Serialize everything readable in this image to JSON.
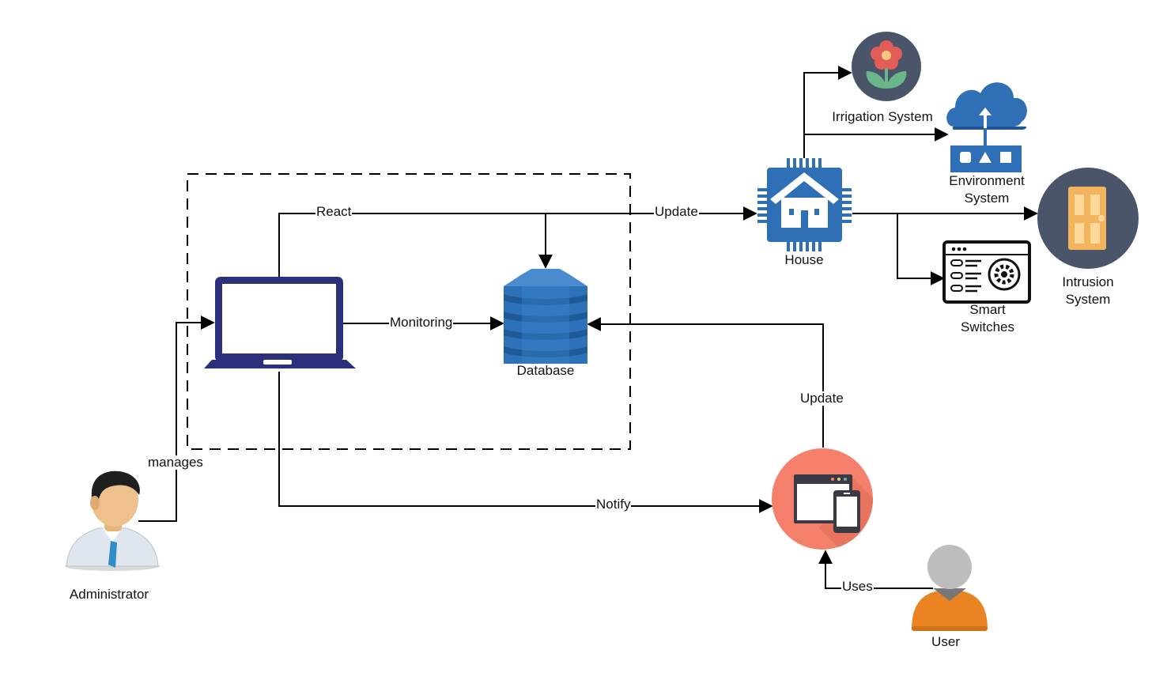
{
  "nodes": {
    "administrator": "Administrator",
    "database": "Database",
    "house": "House",
    "irrigation": "Irrigation System",
    "environment_line1": "Environment",
    "environment_line2": "System",
    "intrusion_line1": "Intrusion",
    "intrusion_line2": "System",
    "switches_line1": "Smart",
    "switches_line2": "Switches",
    "user": "User"
  },
  "edges": {
    "manages": "manages",
    "monitoring": "Monitoring",
    "react": "React",
    "update_house": "Update",
    "update_db": "Update",
    "notify": "Notify",
    "uses": "Uses"
  },
  "colors": {
    "laptop": "#2b2f7c",
    "database": "#2d72b8",
    "house_chip": "#2f6fb5",
    "cloud": "#2f6fb5",
    "irrigation_bg": "#4b5569",
    "intrusion_bg": "#4b5569",
    "app_bg": "#f47f6a",
    "user_body": "#ea8423",
    "user_head": "#bdbdbd"
  },
  "icons": {
    "administrator": "person-avatar-icon",
    "laptop": "laptop-icon",
    "database": "database-icon",
    "house": "house-chip-icon",
    "irrigation": "flower-icon",
    "environment": "cloud-upload-icon",
    "intrusion": "door-icon",
    "switches": "control-panel-icon",
    "app": "browser-mobile-icon",
    "user": "user-icon"
  }
}
